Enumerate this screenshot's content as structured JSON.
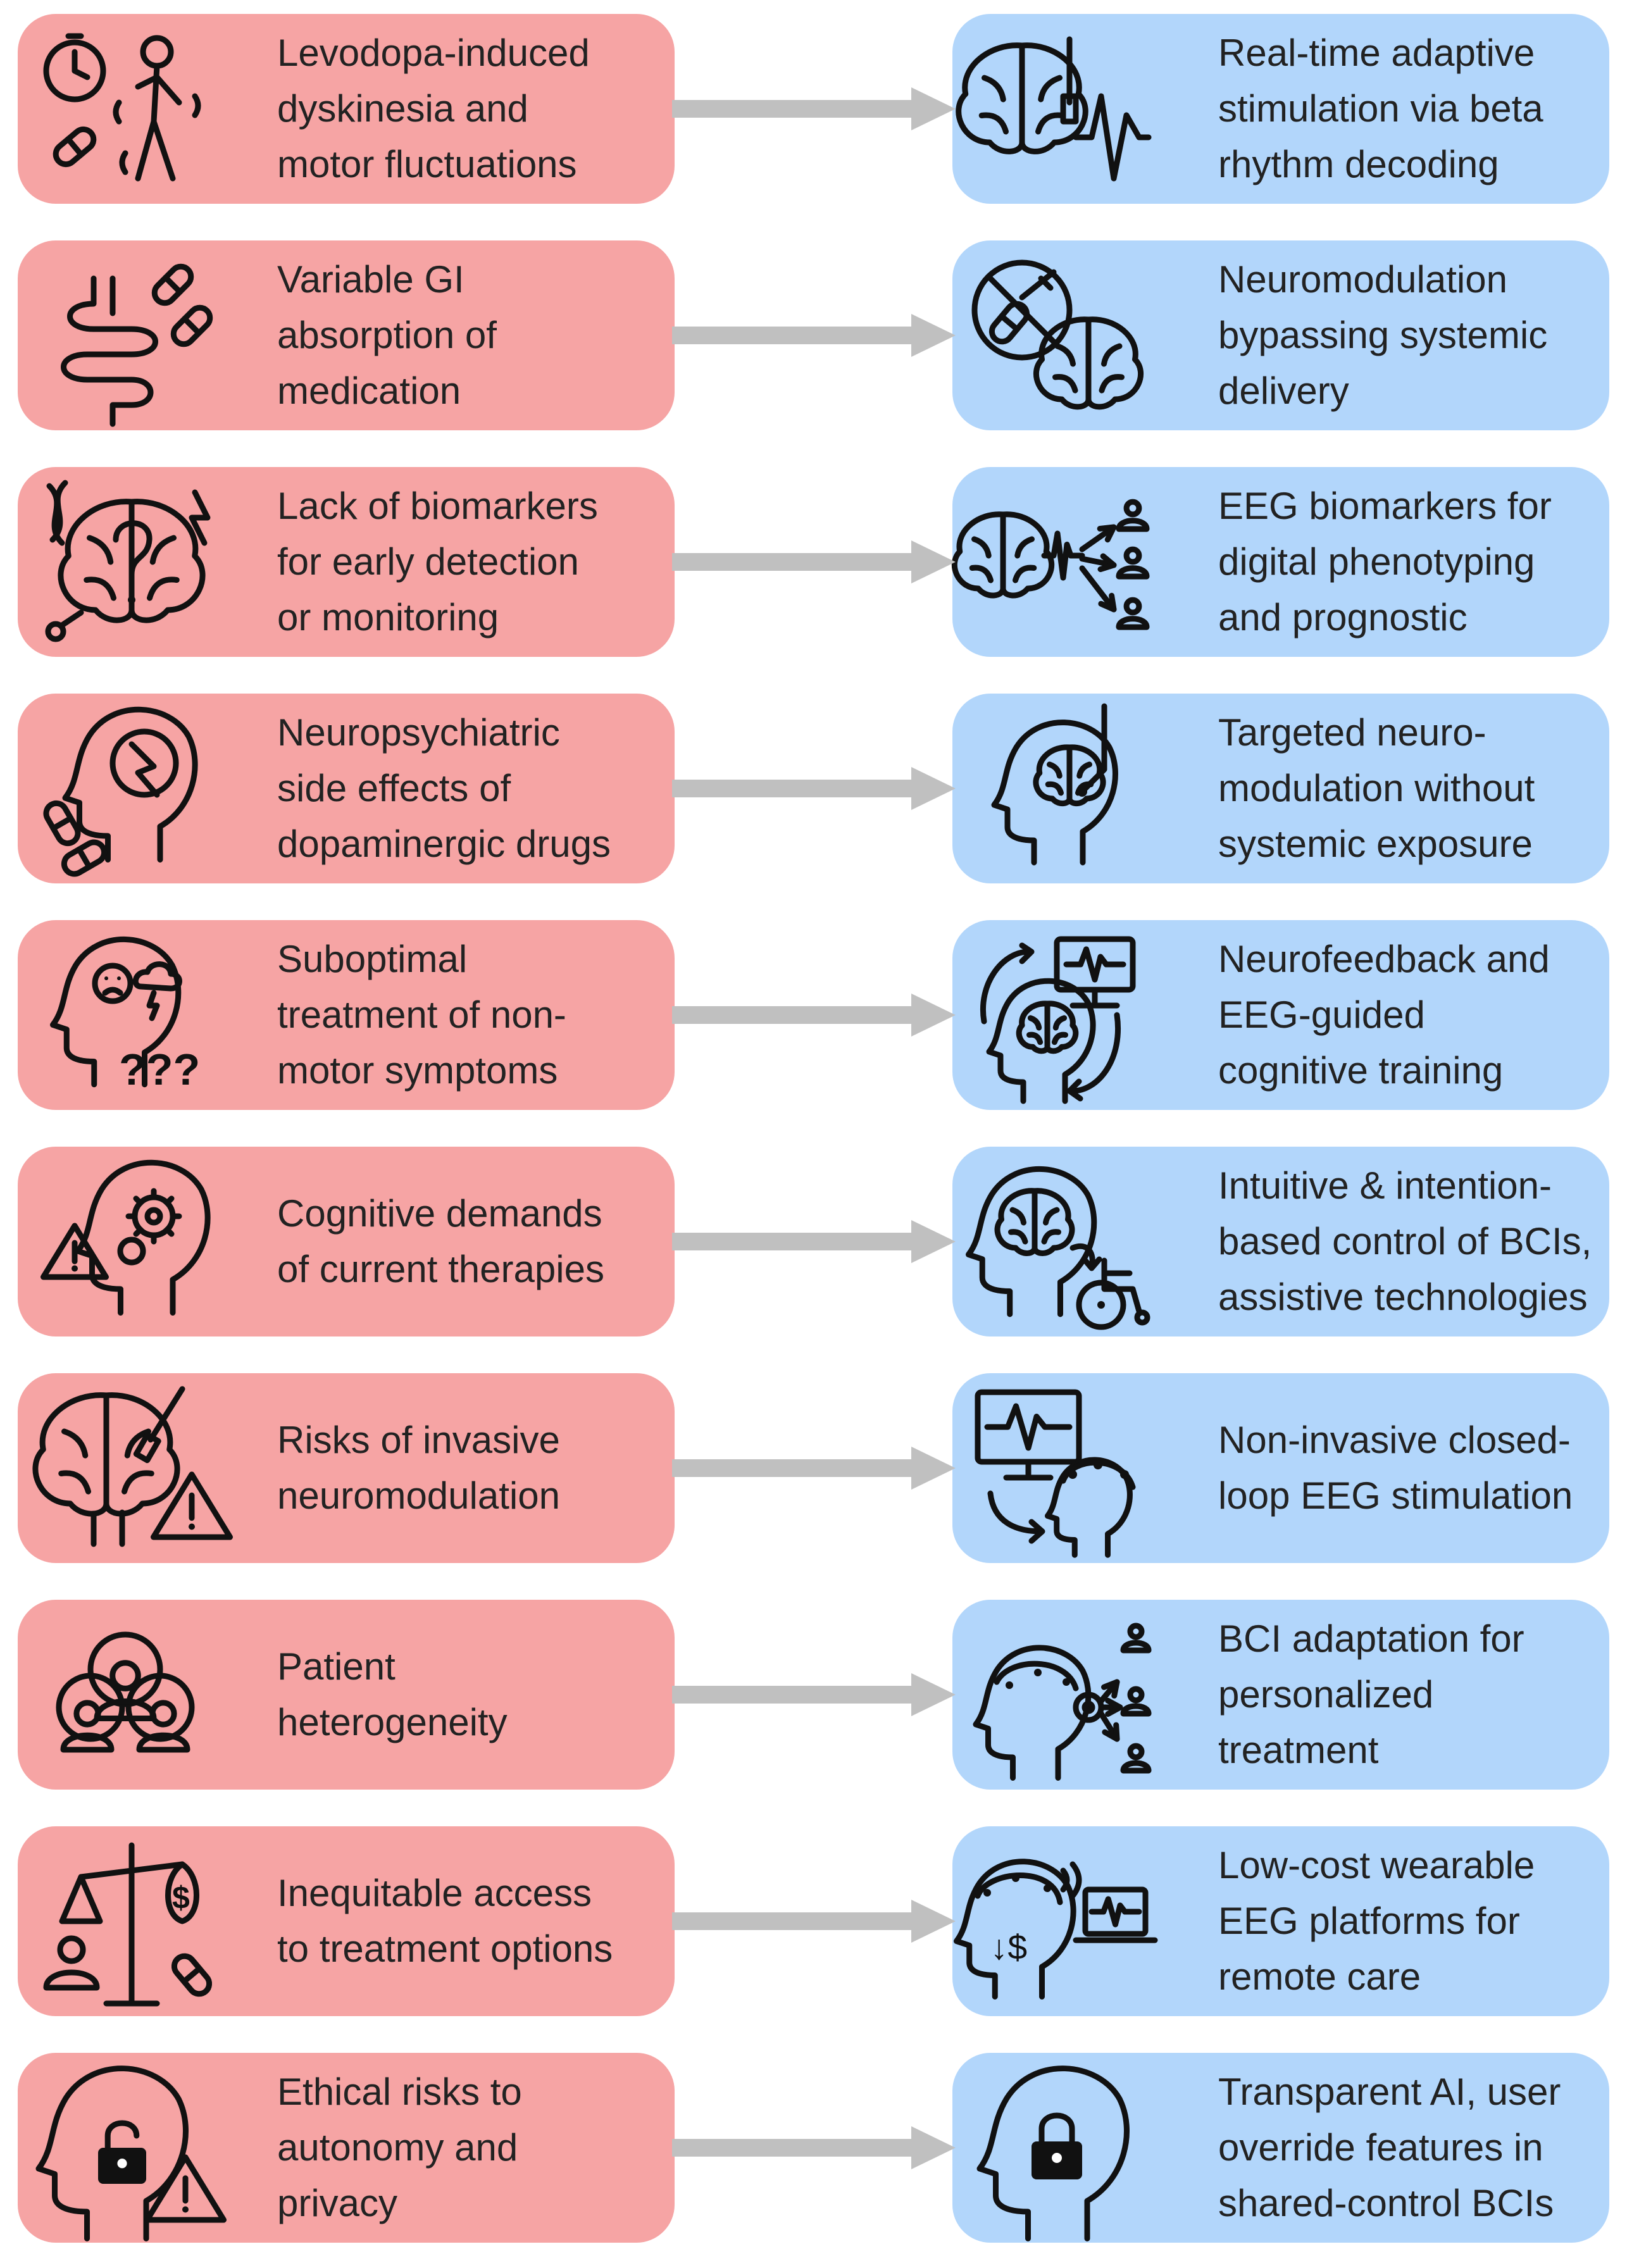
{
  "colors": {
    "challenge_box": "#f6a4a4",
    "solution_box": "#b2d6fb",
    "arrow": "#c0c0c0",
    "icon_stroke": "#111111"
  },
  "rows": [
    {
      "challenge": {
        "text": "Levodopa-induced\ndyskinesia and\nmotor fluctuations",
        "icon": "stopwatch-pills-tremor-person-icon"
      },
      "solution": {
        "text": "Real-time adaptive\nstimulation via beta\nrhythm decoding",
        "icon": "brain-electrode-waveform-icon"
      }
    },
    {
      "challenge": {
        "text": "Variable GI\nabsorption of\nmedication",
        "icon": "intestine-pills-icon"
      },
      "solution": {
        "text": "Neuromodulation\nbypassing systemic\ndelivery",
        "icon": "no-drugs-brain-icon"
      }
    },
    {
      "challenge": {
        "text": "Lack of biomarkers\nfor early detection\nor monitoring",
        "icon": "brain-question-dna-icon"
      },
      "solution": {
        "text": "EEG biomarkers for\ndigital phenotyping\nand prognostic",
        "icon": "brain-signal-to-patients-icon"
      }
    },
    {
      "challenge": {
        "text": "Neuropsychiatric\nside effects of\ndopaminergic drugs",
        "icon": "head-storm-pills-icon"
      },
      "solution": {
        "text": "Targeted neuro-\nmodulation without\nsystemic exposure",
        "icon": "head-brain-probe-icon"
      }
    },
    {
      "challenge": {
        "text": "Suboptimal\ntreatment of non-\nmotor symptoms",
        "icon": "head-sad-cloud-questions-icon"
      },
      "solution": {
        "text": "Neurofeedback and\nEEG-guided\ncognitive training",
        "icon": "head-monitor-feedback-icon"
      }
    },
    {
      "challenge": {
        "text": "Cognitive demands\nof current therapies",
        "icon": "head-gears-warning-icon"
      },
      "solution": {
        "text": "Intuitive & intention-\nbased control of BCIs,\nassistive technologies",
        "icon": "head-brain-wheelchair-icon"
      }
    },
    {
      "challenge": {
        "text": "Risks of invasive\nneuromodulation",
        "icon": "brain-electrode-warning-icon"
      },
      "solution": {
        "text": "Non-invasive closed-\nloop EEG stimulation",
        "icon": "monitor-eeg-cap-icon"
      }
    },
    {
      "challenge": {
        "text": "Patient\nheterogeneity",
        "icon": "diverse-people-icon"
      },
      "solution": {
        "text": "BCI adaptation for\npersonalized\ntreatment",
        "icon": "head-gear-to-patients-icon"
      }
    },
    {
      "challenge": {
        "text": "Inequitable access\nto treatment options",
        "icon": "scale-person-money-icon"
      },
      "solution": {
        "text": "Low-cost wearable\nEEG platforms for\nremote care",
        "icon": "eeg-head-laptop-icon"
      }
    },
    {
      "challenge": {
        "text": "Ethical risks to\nautonomy and\nprivacy",
        "icon": "head-unlocked-warning-icon"
      },
      "solution": {
        "text": "Transparent AI, user\noverride features in\nshared-control BCIs",
        "icon": "head-locked-icon"
      }
    }
  ]
}
